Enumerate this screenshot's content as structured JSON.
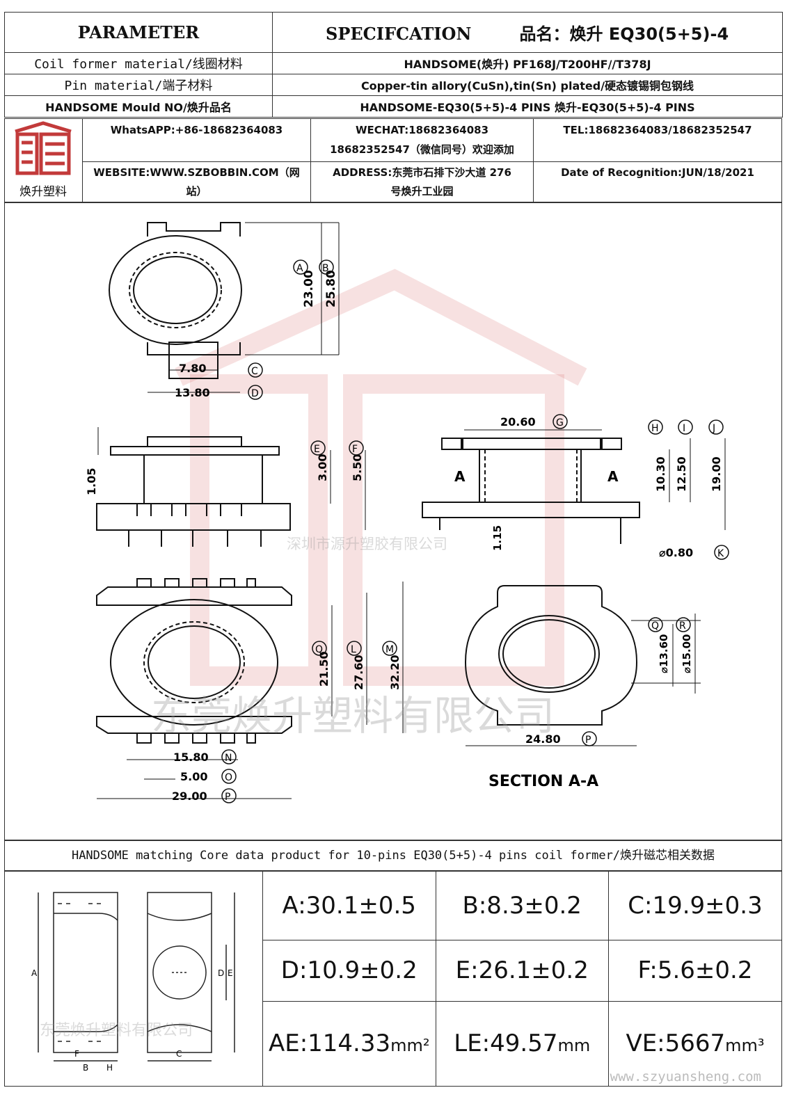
{
  "header": {
    "param_label": "PARAMETER",
    "spec_label": "SPECIFCATION",
    "product_name": "品名：焕升 EQ30(5+5)-4",
    "rows": [
      {
        "label": "Coil former material/线圈材料",
        "value": "HANDSOME(焕升)   PF168J/T200HF//T378J"
      },
      {
        "label": "Pin material/端子材料",
        "value": "Copper-tin allory(CuSn),tin(Sn) plated/硬态镀锡铜包钢线"
      },
      {
        "label": "HANDSOME Mould NO/焕升品名",
        "value": "HANDSOME-EQ30(5+5)-4 PINS   焕升-EQ30(5+5)-4 PINS"
      }
    ]
  },
  "company": {
    "logo_text": "焕升塑料",
    "whatsapp": "WhatsAPP:+86-18682364083",
    "wechat_1": "WECHAT:18682364083",
    "wechat_2": "18682352547（微信同号）欢迎添加",
    "tel": "TEL:18682364083/18682352547",
    "website_1": "WEBSITE:WWW.SZBOBBIN.COM（网",
    "website_2": "站）",
    "address_1": "ADDRESS:东莞市石排下沙大道 276",
    "address_2": "号焕升工业园",
    "date": "Date of Recognition:JUN/18/2021"
  },
  "drawing": {
    "dims": {
      "a": "23.00",
      "b": "25.80",
      "c": "7.80",
      "d": "13.80",
      "e": "3.00",
      "f": "5.50",
      "side_pin": "1.05",
      "g": "20.60",
      "h": "10.30",
      "i": "12.50",
      "j": "19.00",
      "k": "⌀0.80",
      "pin_len": "1.15",
      "q": "21.50",
      "l": "27.60",
      "m": "32.20",
      "n": "15.80",
      "o": "5.00",
      "p": "29.00",
      "sec_q": "⌀13.60",
      "sec_r": "⌀15.00",
      "sec_p": "24.80"
    },
    "letters": {
      "a": "A",
      "b": "B",
      "c": "C",
      "d": "D",
      "e": "E",
      "f": "F",
      "g": "G",
      "h": "H",
      "i": "I",
      "j": "J",
      "k": "K",
      "l": "L",
      "m": "M",
      "n": "N",
      "o": "O",
      "p": "P",
      "q": "Q",
      "r": "R"
    },
    "section_mark": "A",
    "section_title": "SECTION A-A",
    "watermark_mid": "深圳市源升塑胶有限公司",
    "watermark_big": "东莞焕升塑料有限公司"
  },
  "core": {
    "caption": "HANDSOME matching Core data  product for 10-pins EQ30(5+5)-4 pins coil former/焕升磁芯相关数据",
    "values": [
      [
        "A:30.1±0.5",
        "B:8.3±0.2",
        "C:19.9±0.3"
      ],
      [
        "D:10.9±0.2",
        "E:26.1±0.2",
        "F:5.6±0.2"
      ]
    ],
    "ae_label": "AE:114.33",
    "ae_unit": "mm²",
    "le_label": "LE:49.57",
    "le_unit": "mm",
    "ve_label": "VE:5667",
    "ve_unit": "mm³",
    "core_letters": {
      "a": "A",
      "b": "B",
      "c": "C",
      "d": "D",
      "e": "E",
      "f": "F",
      "h": "H"
    },
    "core_watermark": "东莞焕升塑料有限公司",
    "footer_url": "www.szyuansheng.com"
  }
}
